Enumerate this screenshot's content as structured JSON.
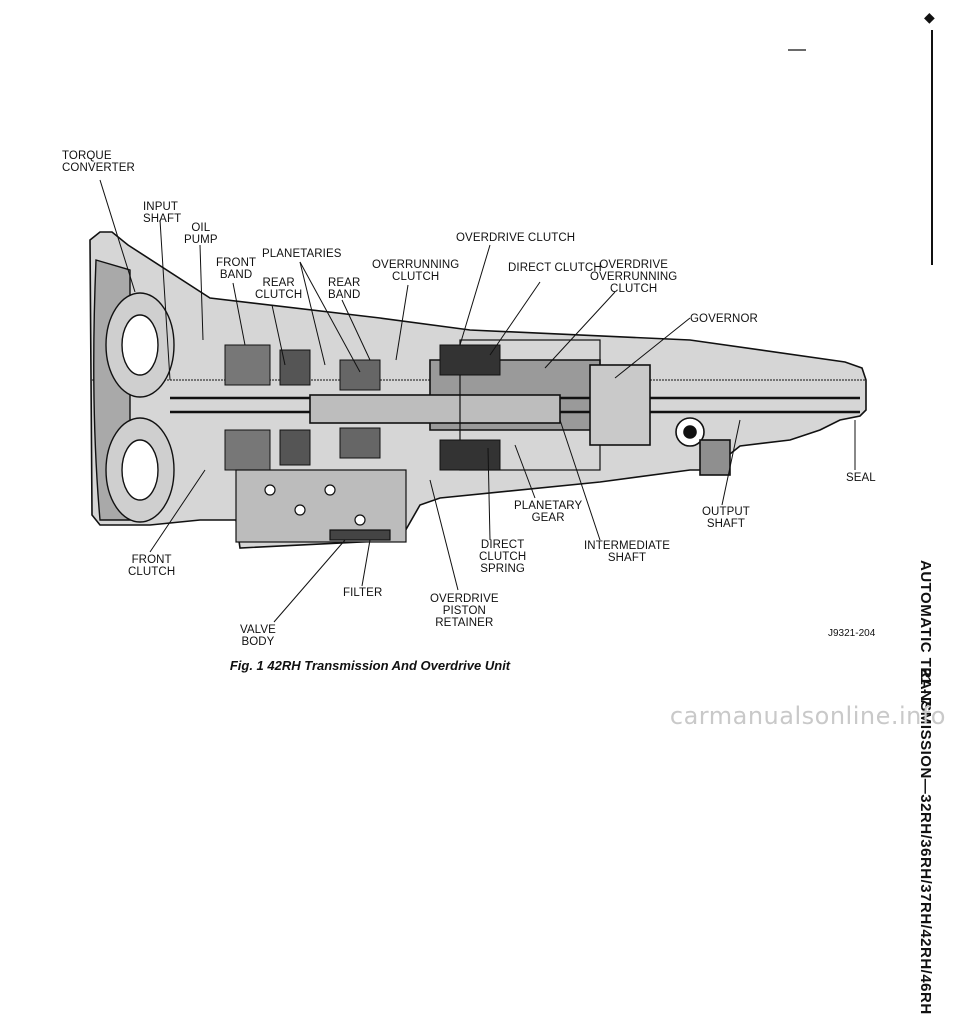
{
  "labels": {
    "torque_converter": "TORQUE\nCONVERTER",
    "input_shaft": "INPUT\nSHAFT",
    "oil_pump": "OIL\nPUMP",
    "front_band": "FRONT\nBAND",
    "planetaries": "PLANETARIES",
    "rear_clutch": "REAR\nCLUTCH",
    "rear_band": "REAR\nBAND",
    "overrunning_clutch": "OVERRUNNING\nCLUTCH",
    "overdrive_clutch": "OVERDRIVE CLUTCH",
    "direct_clutch": "DIRECT CLUTCH",
    "overdrive_overrunning_clutch": "OVERDRIVE\nOVERRUNNING\nCLUTCH",
    "governor": "GOVERNOR",
    "seal": "SEAL",
    "output_shaft": "OUTPUT\nSHAFT",
    "planetary_gear": "PLANETARY\nGEAR",
    "intermediate_shaft": "INTERMEDIATE\nSHAFT",
    "direct_clutch_spring": "DIRECT\nCLUTCH\nSPRING",
    "overdrive_piston_retainer": "OVERDRIVE\nPISTON\nRETAINER",
    "filter": "FILTER",
    "valve_body": "VALVE\nBODY",
    "front_clutch": "FRONT\nCLUTCH"
  },
  "figure_code": "J9321-204",
  "caption": "Fig. 1 42RH Transmission And Overdrive Unit",
  "side_title": "AUTOMATIC TRANSMISSION—32RH/36RH/37RH/42RH/46RH",
  "page_number": "21 - 7",
  "watermark": "carmanualsonline.info",
  "diamond": "◆"
}
